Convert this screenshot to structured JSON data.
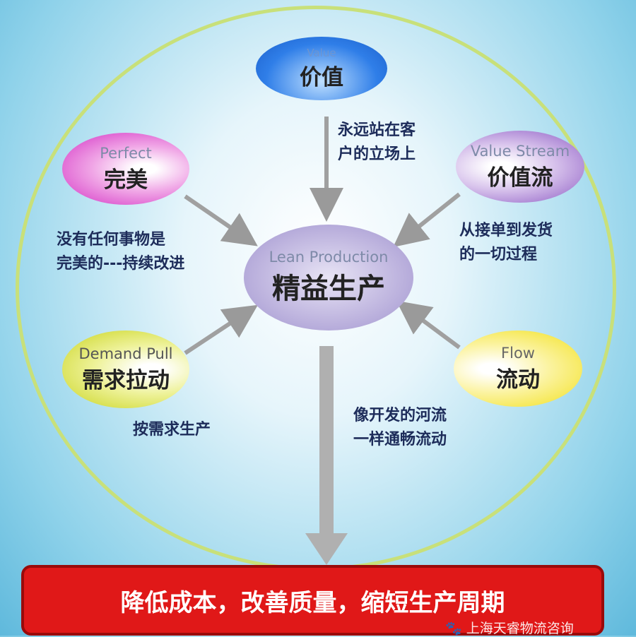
{
  "center": {
    "en": "Lean Production",
    "zh": "精益生产"
  },
  "nodes": {
    "value": {
      "en": "Value",
      "zh": "价值",
      "desc": [
        "永远站在客",
        "户的立场上"
      ]
    },
    "perfect": {
      "en": "Perfect",
      "zh": "完美",
      "desc": [
        "没有任何事物是",
        "完美的---持续改进"
      ]
    },
    "value_stream": {
      "en": "Value Stream",
      "zh": "价值流",
      "desc": [
        "从接单到发货",
        "的一切过程"
      ]
    },
    "demand_pull": {
      "en": "Demand Pull",
      "zh": "需求拉动",
      "desc": [
        "按需求生产"
      ]
    },
    "flow": {
      "en": "Flow",
      "zh": "流动",
      "desc": [
        "像开发的河流",
        "一样通畅流动"
      ]
    }
  },
  "result": "降低成本，改善质量，缩短生产周期",
  "watermark": "上海天睿物流咨询"
}
